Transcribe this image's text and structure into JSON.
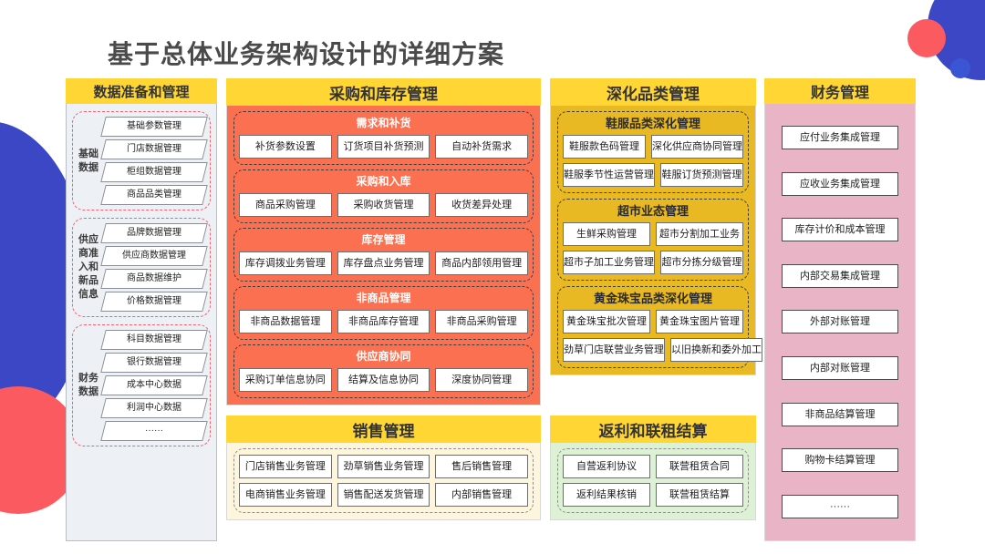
{
  "page_title": "基于总体业务架构设计的详细方案",
  "colors": {
    "header_yellow": "#ffd633",
    "col1_body": "#edf0f4",
    "col1_group_border": "#f4606c",
    "col2_body": "#fa7051",
    "col2_sales_body": "#fdf6dd",
    "col3_body": "#e8b923",
    "col3_rebate_body": "#ddf2d4",
    "col4_body": "#eab4c7",
    "deco_blue": "#3b47c4",
    "deco_red": "#fb5a60",
    "deco_yellow": "#ffd633"
  },
  "columns": [
    {
      "id": "data-prep",
      "title": "数据准备和管理",
      "groups": [
        {
          "label": "基础\n数据",
          "label_lines": [
            "基础",
            "数据"
          ],
          "items": [
            "基础参数管理",
            "门店数据管理",
            "柜组数据管理",
            "商品品类管理"
          ]
        },
        {
          "label": "供应商准入和新品信息",
          "label_lines": [
            "供应",
            "商准",
            "入和",
            "新品",
            "信息"
          ],
          "items": [
            "品牌数据管理",
            "供应商数据管理",
            "商品数据维护",
            "价格数据管理"
          ]
        },
        {
          "label": "财务数据",
          "label_lines": [
            "财务",
            "数据"
          ],
          "items": [
            "科目数据管理",
            "银行数据管理",
            "成本中心数据",
            "利润中心数据",
            "······"
          ]
        }
      ]
    },
    {
      "id": "purchase-inventory",
      "title": "采购和库存管理",
      "subsections": [
        {
          "title": "需求和补货",
          "items": [
            "补货参数设置",
            "订货项目补货预测",
            "自动补货需求"
          ]
        },
        {
          "title": "采购和入库",
          "items": [
            "商品采购管理",
            "采购收货管理",
            "收货差异处理"
          ]
        },
        {
          "title": "库存管理",
          "items": [
            "库存调拨业务管理",
            "库存盘点业务管理",
            "商品内部领用管理"
          ]
        },
        {
          "title": "非商品管理",
          "items": [
            "非商品数据管理",
            "非商品库存管理",
            "非商品采购管理"
          ]
        },
        {
          "title": "供应商协同",
          "items": [
            "采购订单信息协同",
            "结算及信息协同",
            "深度协同管理"
          ]
        }
      ]
    },
    {
      "id": "sales",
      "title": "销售管理",
      "rows": [
        [
          "门店销售业务管理",
          "劲草销售业务管理",
          "售后销售管理"
        ],
        [
          "电商销售业务管理",
          "销售配送发货管理",
          "内部销售管理"
        ]
      ]
    },
    {
      "id": "category-deepening",
      "title": "深化品类管理",
      "subsections": [
        {
          "title": "鞋服品类深化管理",
          "rows": [
            [
              "鞋服款色码管理",
              "深化供应商协同管理"
            ],
            [
              "鞋服季节性运营管理",
              "鞋服订货预测管理"
            ]
          ]
        },
        {
          "title": "超市业态管理",
          "rows": [
            [
              "生鲜采购管理",
              "超市分割加工业务"
            ],
            [
              "超市子加工业务管理",
              "超市分拣分级管理"
            ]
          ]
        },
        {
          "title": "黄金珠宝品类深化管理",
          "rows": [
            [
              "黄金珠宝批次管理",
              "黄金珠宝图片管理"
            ],
            [
              "劲草门店联营业务管理",
              "以旧换新和委外加工"
            ]
          ]
        }
      ]
    },
    {
      "id": "rebate",
      "title": "返利和联租结算",
      "rows": [
        [
          "自营返利协议",
          "联营租赁合同"
        ],
        [
          "返利结果核销",
          "联营租赁结算"
        ]
      ]
    },
    {
      "id": "finance",
      "title": "财务管理",
      "items": [
        "应付业务集成管理",
        "应收业务集成管理",
        "库存计价和成本管理",
        "内部交易集成管理",
        "外部对账管理",
        "内部对账管理",
        "非商品结算管理",
        "购物卡结算管理",
        "······"
      ]
    }
  ]
}
